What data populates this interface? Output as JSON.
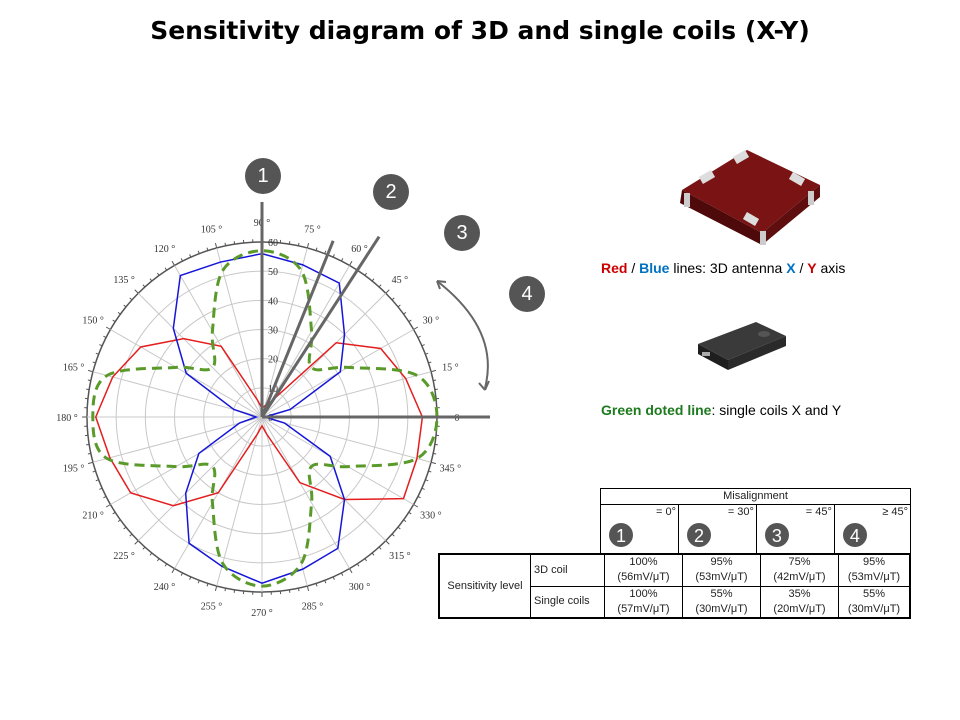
{
  "title": "Sensitivity diagram of 3D and single coils (X-Y)",
  "legend": {
    "line1": {
      "red": "Red",
      "sep1": " / ",
      "blue": "Blue",
      "mid": " lines: 3D antenna ",
      "x": "X",
      "sep2": " / ",
      "y": "Y",
      "end": " axis"
    },
    "line2": {
      "green": "Green doted line",
      "end": ": single coils X and Y"
    }
  },
  "badges": [
    "1",
    "2",
    "3",
    "4"
  ],
  "colors": {
    "red": "#e41e1e",
    "blue": "#1515d8",
    "green": "#5a9a2a",
    "gray": "#666666",
    "legend_red": "#cc0000",
    "legend_blue": "#0070c0",
    "legend_green": "#1e7a1e"
  },
  "misalignment_angles_deg": [
    90,
    68,
    57,
    0
  ],
  "chart_data": {
    "type": "polar-line",
    "angle_ticks": [
      "0",
      "15 °",
      "30 °",
      "45 °",
      "60 °",
      "75 °",
      "90 °",
      "105 °",
      "120 °",
      "135 °",
      "150 °",
      "165 °",
      "180 °",
      "195 °",
      "210 °",
      "225 °",
      "240 °",
      "255 °",
      "270 °",
      "285 °",
      "300 °",
      "315 °",
      "330 °",
      "345 °"
    ],
    "radial_ticks": [
      "0",
      "10",
      "20",
      "30",
      "40",
      "50",
      "60"
    ],
    "rlim": [
      0,
      60
    ],
    "grid": true,
    "angles": [
      0,
      15,
      30,
      45,
      60,
      75,
      90,
      105,
      120,
      135,
      150,
      165,
      180,
      195,
      210,
      225,
      240,
      255,
      270,
      285,
      300,
      315,
      330,
      345
    ],
    "series": [
      {
        "color": "red",
        "style": "solid",
        "values": [
          55,
          51,
          47,
          36,
          6,
          4,
          3,
          6,
          28,
          38,
          48,
          53,
          57,
          54,
          52,
          43,
          30,
          6,
          3,
          6,
          26,
          40,
          56,
          55
        ]
      },
      {
        "color": "blue",
        "style": "solid",
        "values": [
          1,
          10,
          31,
          40,
          53,
          54,
          56,
          55,
          56,
          43,
          30,
          10,
          2,
          8,
          25,
          37,
          50,
          53,
          57,
          54,
          52,
          40,
          27,
          8
        ]
      },
      {
        "color": "green",
        "style": "dashed",
        "values": [
          60,
          55,
          34,
          24,
          34,
          52,
          57,
          52,
          34,
          24,
          34,
          55,
          58,
          55,
          34,
          24,
          34,
          52,
          58,
          52,
          34,
          24,
          34,
          55
        ]
      }
    ]
  },
  "table": {
    "header": "Misalignment",
    "conditions": [
      {
        "badge": "1",
        "text": "= 0°"
      },
      {
        "badge": "2",
        "text": "= 30°"
      },
      {
        "badge": "3",
        "text": "= 45°"
      },
      {
        "badge": "4",
        "text": "≥ 45°"
      }
    ],
    "row_group": "Sensitivity level",
    "rows": [
      {
        "label": "3D coil",
        "cells": [
          [
            "100%",
            "(56mV/μT)"
          ],
          [
            "95%",
            "(53mV/μT)"
          ],
          [
            "75%",
            "(42mV/μT)"
          ],
          [
            "95%",
            "(53mV/μT)"
          ]
        ]
      },
      {
        "label": "Single coils",
        "cells": [
          [
            "100%",
            "(57mV/μT)"
          ],
          [
            "55%",
            "(30mV/μT)"
          ],
          [
            "35%",
            "(20mV/μT)"
          ],
          [
            "55%",
            "(30mV/μT)"
          ]
        ]
      }
    ]
  }
}
